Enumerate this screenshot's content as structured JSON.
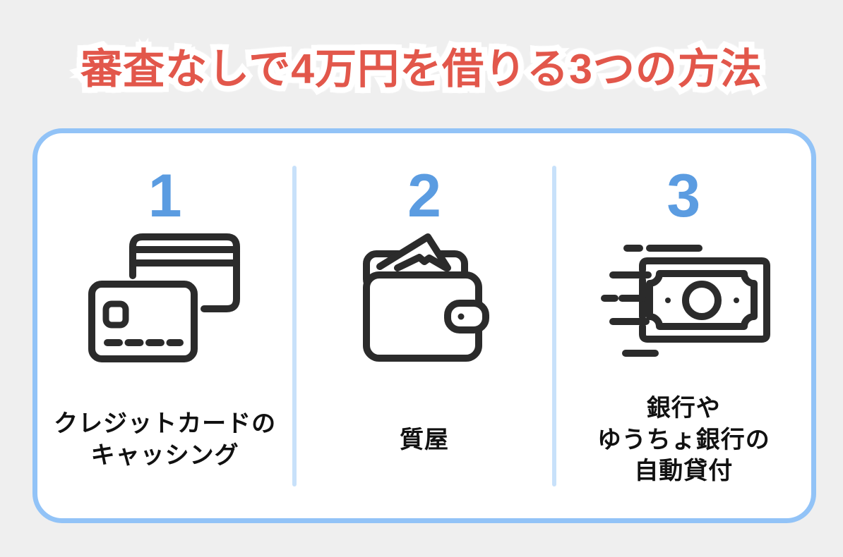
{
  "title": {
    "text": "審査なしで4万円を借りる3つの方法"
  },
  "colors": {
    "page_background": "#efefef",
    "title_red": "#e2574b",
    "title_outline": "#ffffff",
    "card_background": "#ffffff",
    "card_border_blue": "#92c3f7",
    "divider_blue": "#c8e1fa",
    "number_blue": "#5b9ce1",
    "icon_stroke": "#2b2b2b",
    "label_text": "#111111"
  },
  "card": {
    "columns": [
      {
        "number": "1",
        "icon": "credit-cards-icon",
        "label_lines": [
          "クレジットカードの",
          "キャッシング"
        ]
      },
      {
        "number": "2",
        "icon": "wallet-icon",
        "label_lines": [
          "質屋"
        ]
      },
      {
        "number": "3",
        "icon": "flying-banknote-icon",
        "label_lines": [
          "銀行や",
          "ゆうちょ銀行の",
          "自動貸付"
        ]
      }
    ]
  }
}
